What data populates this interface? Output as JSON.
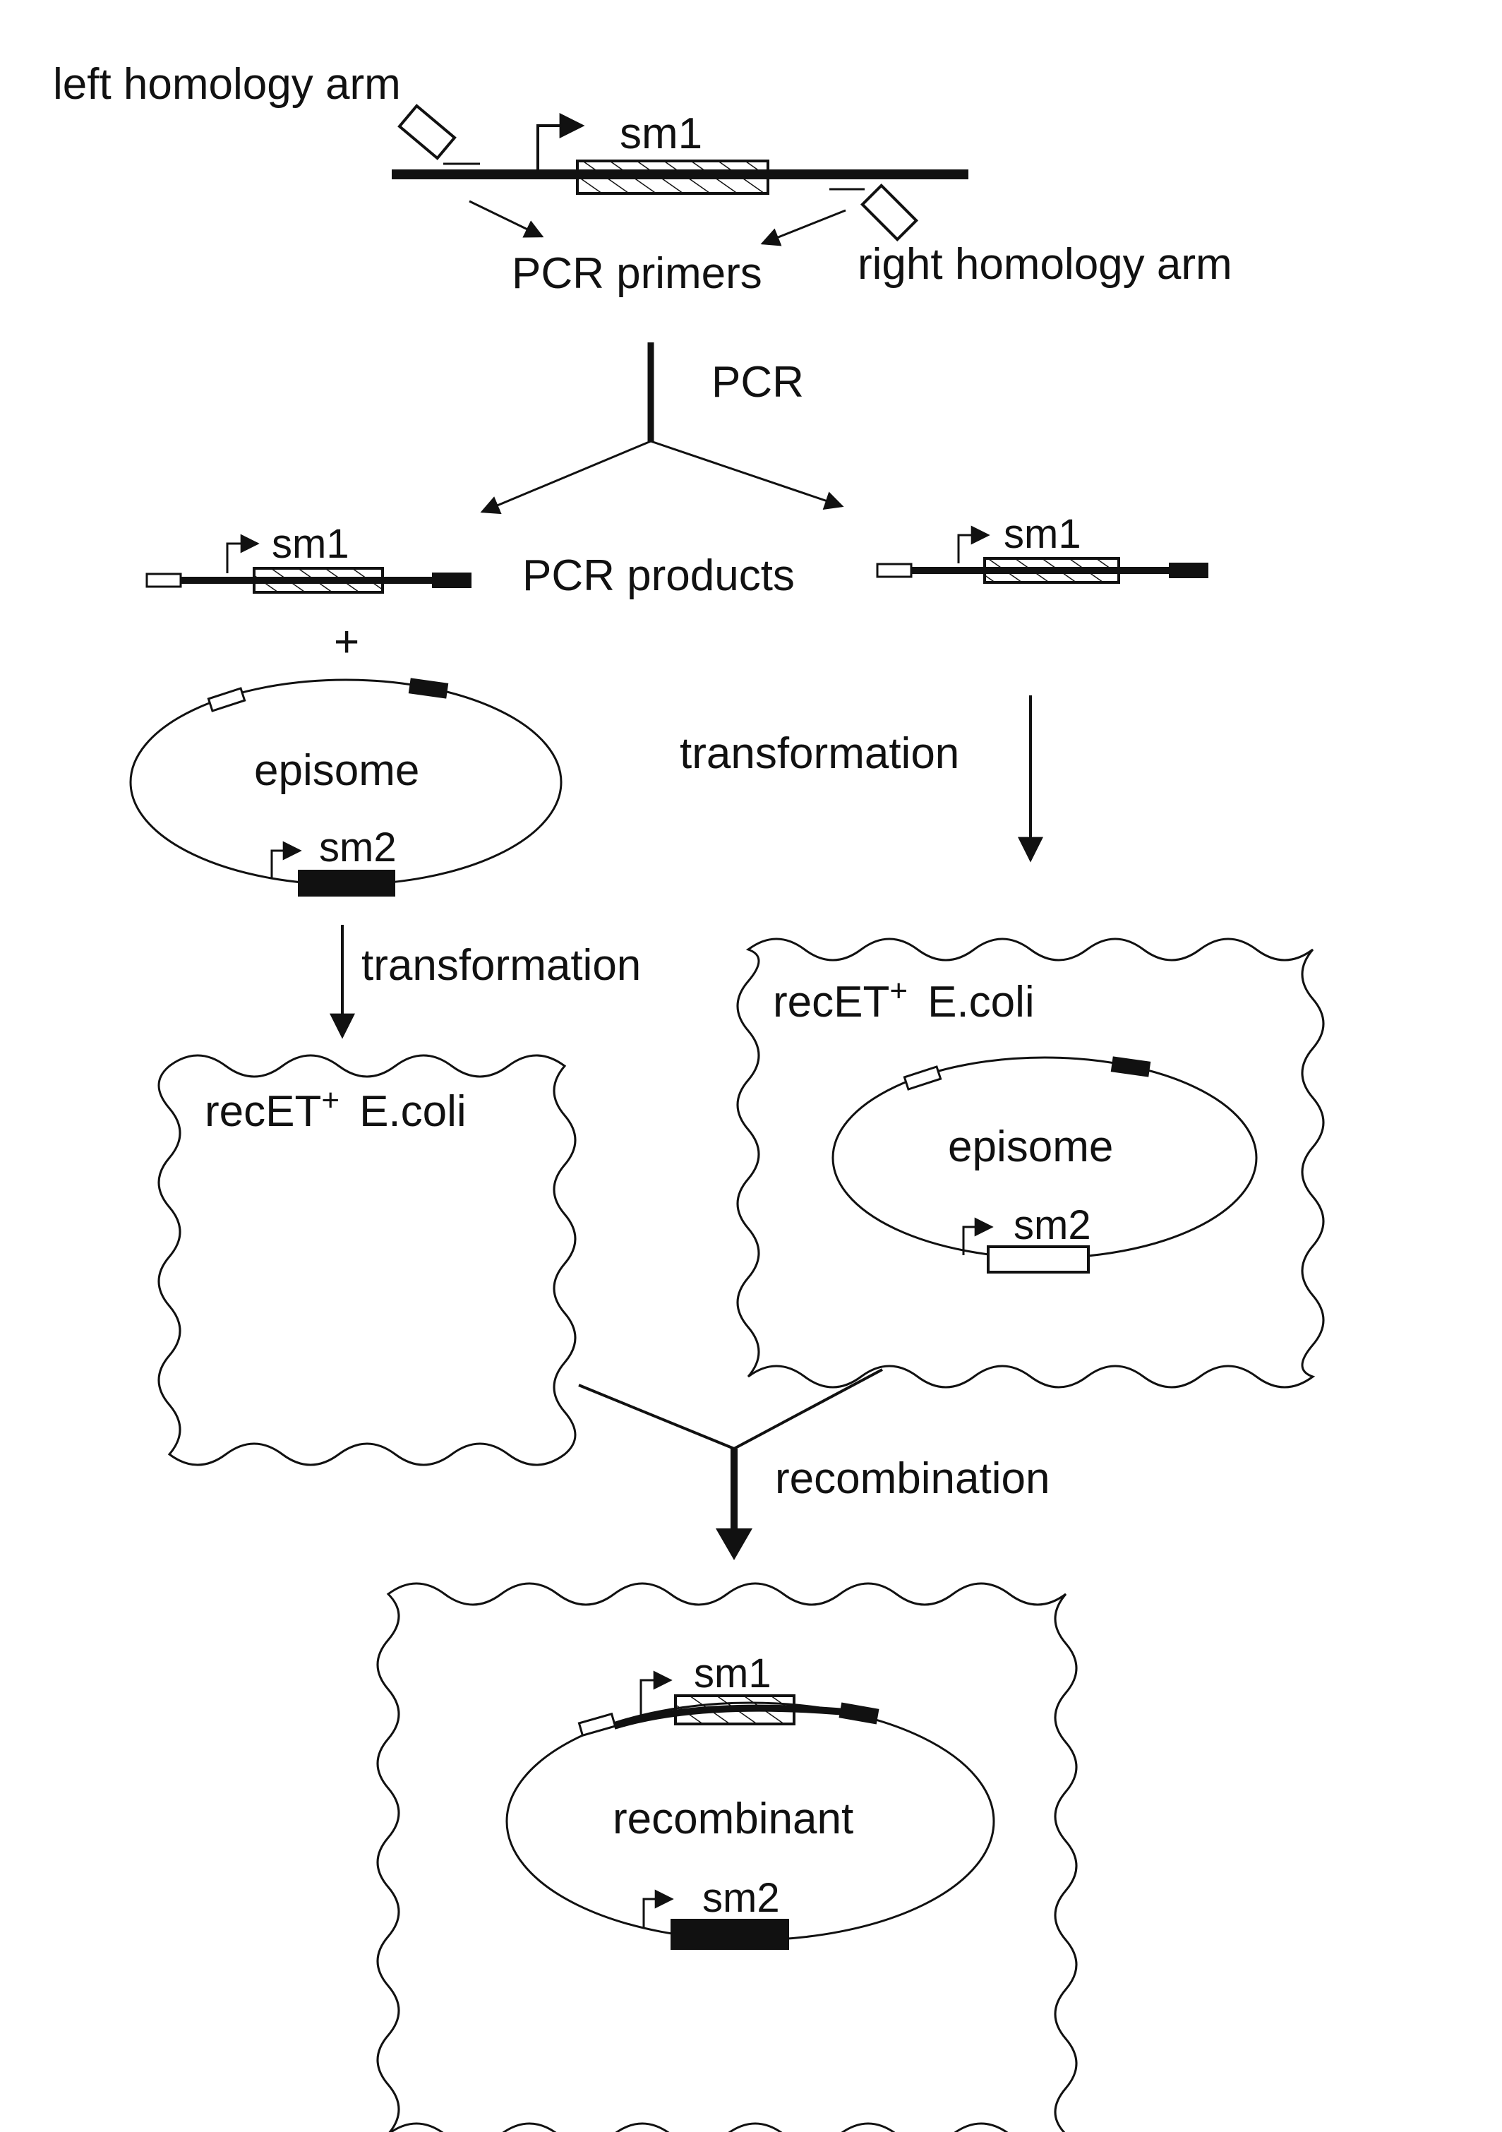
{
  "top": {
    "left_arm": "left homology arm",
    "gene_label": "sm1",
    "primers_label": "PCR primers",
    "right_arm": "right homology arm"
  },
  "pcr": {
    "label": "PCR"
  },
  "products": {
    "label": "PCR products",
    "left_gene": "sm1",
    "right_gene": "sm1",
    "plus": "+"
  },
  "left_episome": {
    "label": "episome",
    "gene": "sm2"
  },
  "left_transform": {
    "label": "transformation"
  },
  "right_transform": {
    "label": "transformation"
  },
  "left_cell": {
    "label": "recET",
    "sup": "+",
    "organism": "E.coli"
  },
  "right_cell": {
    "label": "recET",
    "sup": "+",
    "organism": "E.coli",
    "episome_label": "episome",
    "gene": "sm2"
  },
  "recombination": {
    "label": "recombination"
  },
  "result": {
    "label": "recombinant",
    "gene1": "sm1",
    "gene2": "sm2"
  }
}
